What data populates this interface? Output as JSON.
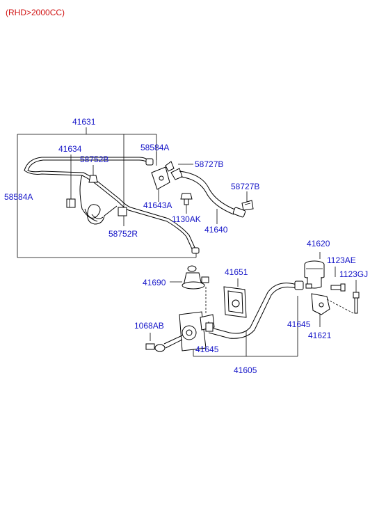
{
  "header": {
    "note": "(RHD>2000CC)"
  },
  "colors": {
    "header": "#d01010",
    "label": "#1414c8",
    "line": "#000000"
  },
  "labels": {
    "p41631": "41631",
    "p41634": "41634",
    "p58752B": "58752B",
    "p58584A_top": "58584A",
    "p58727B_1": "58727B",
    "p58584A_left": "58584A",
    "p41643A": "41643A",
    "p58727B_2": "58727B",
    "p1130AK": "1130AK",
    "p58752R": "58752R",
    "p41640": "41640",
    "p41620": "41620",
    "p1123AE": "1123AE",
    "p41690": "41690",
    "p41651": "41651",
    "p1123GJ": "1123GJ",
    "p1068AB": "1068AB",
    "p41645_right": "41645",
    "p41621": "41621",
    "p41645_bottom": "41645",
    "p41605": "41605"
  }
}
